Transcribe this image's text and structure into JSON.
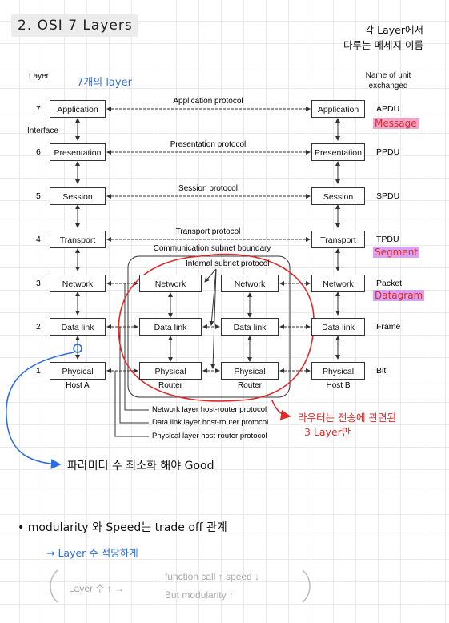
{
  "title": "2. OSI 7 Layers",
  "note_top": [
    "각 Layer에서",
    "다루는 메세지 이름"
  ],
  "note_7layers": "7개의 layer",
  "header": {
    "layer": "Layer",
    "unit": [
      "Name of unit",
      "exchanged"
    ],
    "interface": "Interface"
  },
  "layers": [
    {
      "num": "7",
      "name": "Application",
      "unit": "APDU",
      "protocol": "Application protocol"
    },
    {
      "num": "6",
      "name": "Presentation",
      "unit": "PPDU",
      "protocol": "Presentation protocol"
    },
    {
      "num": "5",
      "name": "Session",
      "unit": "SPDU",
      "protocol": "Session protocol"
    },
    {
      "num": "4",
      "name": "Transport",
      "unit": "TPDU",
      "protocol": "Transport protocol"
    },
    {
      "num": "3",
      "name": "Network",
      "unit": "Packet"
    },
    {
      "num": "2",
      "name": "Data link",
      "unit": "Frame"
    },
    {
      "num": "1",
      "name": "Physical",
      "unit": "Bit"
    }
  ],
  "subnet": {
    "boundary": "Communication subnet boundary",
    "internal": "Internal subnet protocol",
    "router": "Router"
  },
  "hosts": {
    "a": "Host A",
    "b": "Host B"
  },
  "annotations": {
    "message": "Message",
    "segment": "Segment",
    "datagram": "Datagram",
    "router_note": [
      "라우터는 전송에 관련된",
      "3 Layer만"
    ],
    "param_note": "파라미터 수 최소화 해야 Good"
  },
  "legend": [
    "Network layer host-router protocol",
    "Data link layer host-router protocol",
    "Physical layer host-router protocol"
  ],
  "bottom": {
    "bullet": "modularity 와 Speed는 trade off 관계",
    "arrow_note": "→ Layer 수 적당하게",
    "paren": {
      "left": "Layer 수 ↑  →",
      "line1": "function call ↑ speed ↓",
      "line2": "But modularity ↑"
    }
  }
}
